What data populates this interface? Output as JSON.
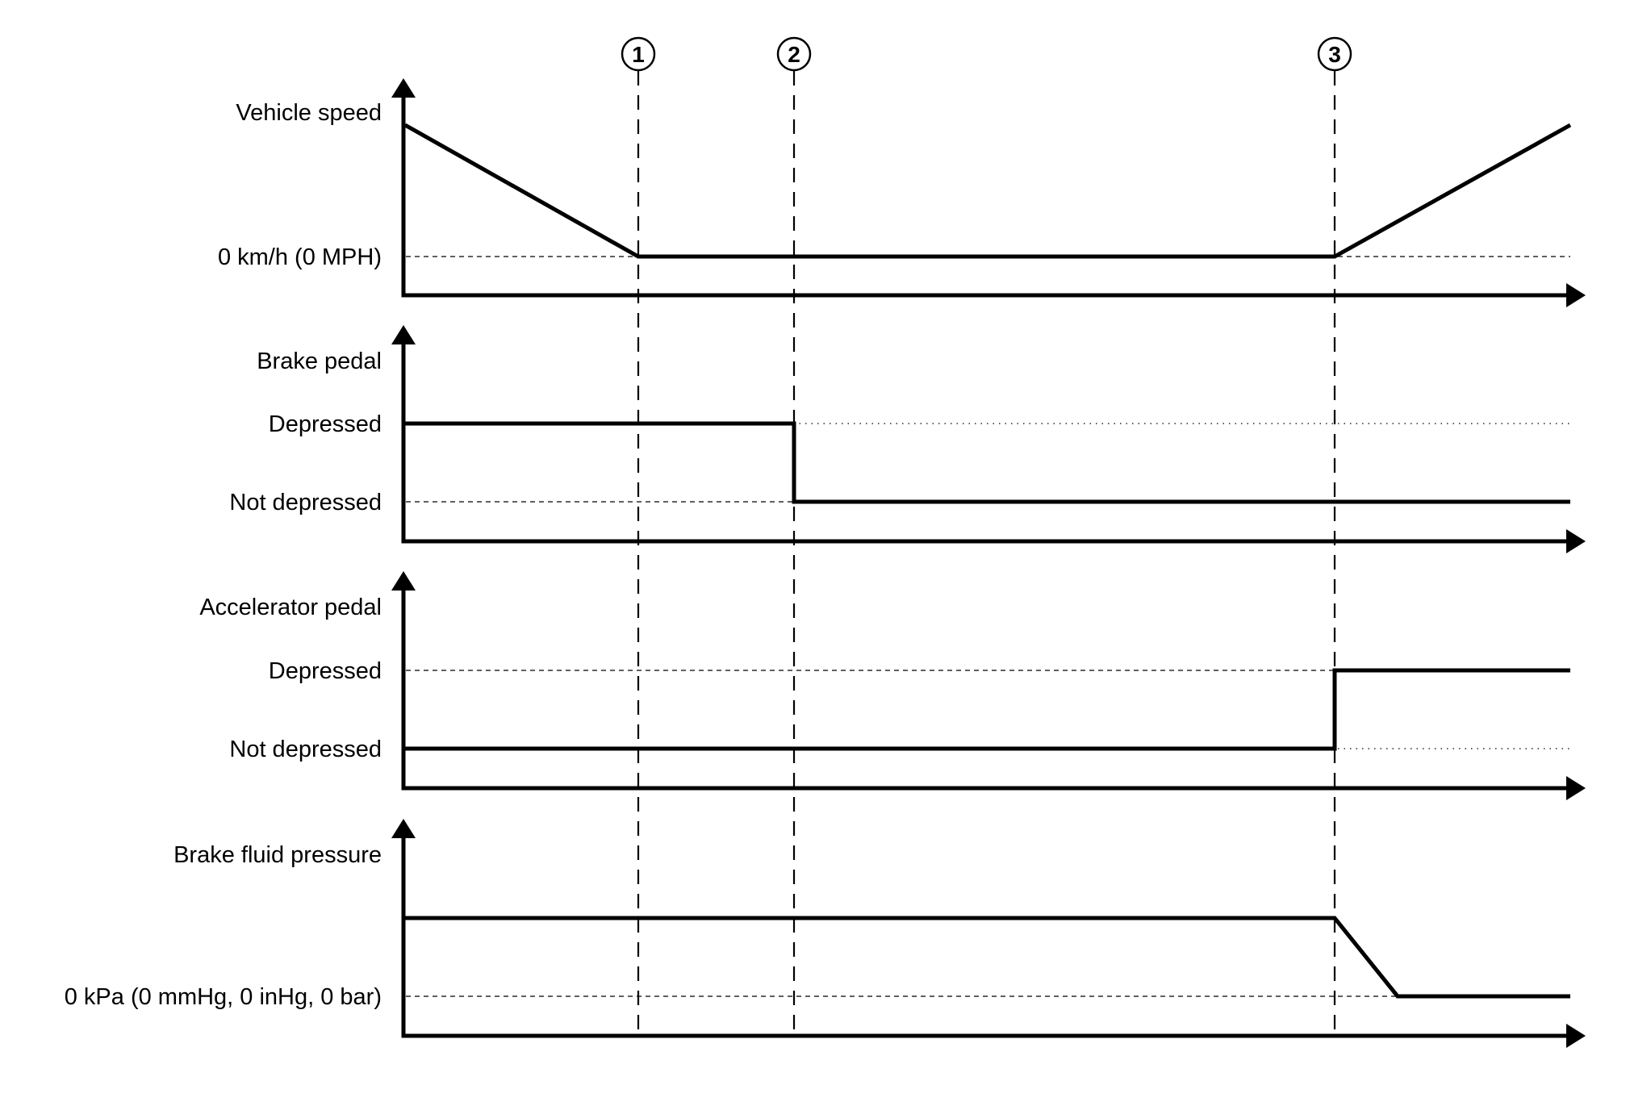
{
  "title": "Vehicle hold timing chart",
  "events": [
    {
      "id": "1",
      "label": "①",
      "t": 1
    },
    {
      "id": "2",
      "label": "②",
      "t": 2
    },
    {
      "id": "3",
      "label": "③",
      "t": 3
    }
  ],
  "chart_data": {
    "type": "line",
    "x_description": "time (no numeric scale); event markers 1, 2, 3",
    "time_points": {
      "start": 0,
      "event1": 1,
      "event2": 2,
      "event3": 3,
      "pressure_zero": 3.4,
      "end": 5
    },
    "panels": [
      {
        "name": "vehicle-speed",
        "ylabel": "Vehicle speed",
        "levels": [
          {
            "key": "zero",
            "label": "0 km/h (0 MPH)",
            "value": 0
          }
        ],
        "ylim": [
          0,
          1
        ],
        "points": [
          [
            0,
            1.0
          ],
          [
            1,
            0
          ],
          [
            3,
            0
          ],
          [
            5,
            1.0
          ]
        ],
        "ref_levels": [
          "zero"
        ]
      },
      {
        "name": "brake-pedal",
        "ylabel": "Brake pedal",
        "levels": [
          {
            "key": "on",
            "label": "Depressed",
            "value": 1
          },
          {
            "key": "off",
            "label": "Not depressed",
            "value": 0
          }
        ],
        "ylim": [
          0,
          1
        ],
        "points": [
          [
            0,
            1
          ],
          [
            2,
            1
          ],
          [
            2,
            0
          ],
          [
            5,
            0
          ]
        ],
        "ref_levels": [
          "off"
        ]
      },
      {
        "name": "accelerator-pedal",
        "ylabel": "Accelerator pedal",
        "levels": [
          {
            "key": "on",
            "label": "Depressed",
            "value": 1
          },
          {
            "key": "off",
            "label": "Not depressed",
            "value": 0
          }
        ],
        "ylim": [
          0,
          1
        ],
        "points": [
          [
            0,
            0
          ],
          [
            3,
            0
          ],
          [
            3,
            1
          ],
          [
            5,
            1
          ]
        ],
        "ref_levels": [
          "on"
        ]
      },
      {
        "name": "brake-fluid-pressure",
        "ylabel": "Brake fluid pressure",
        "levels": [
          {
            "key": "zero",
            "label": "0 kPa (0 mmHg, 0 inHg, 0 bar)",
            "value": 0
          }
        ],
        "ylim": [
          0,
          1
        ],
        "points": [
          [
            0,
            1
          ],
          [
            3,
            1
          ],
          [
            3.4,
            0
          ],
          [
            5,
            0
          ]
        ],
        "ref_levels": [
          "zero"
        ]
      }
    ]
  }
}
